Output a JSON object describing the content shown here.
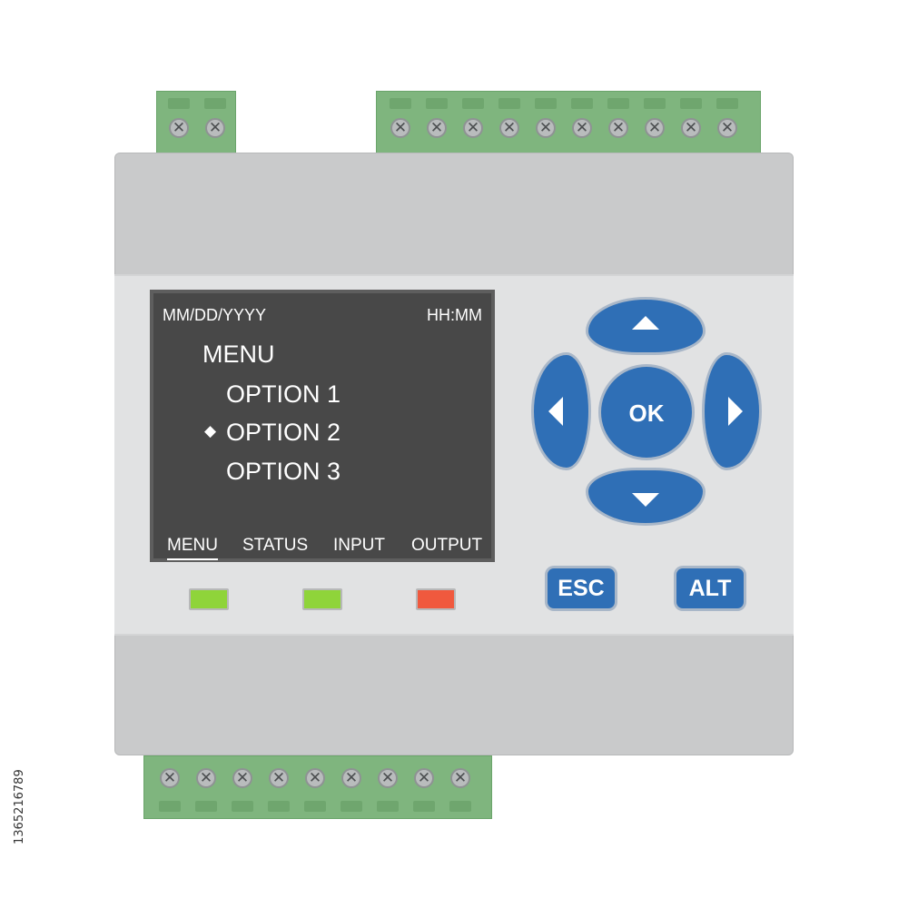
{
  "lcd": {
    "date": "MM/DD/YYYY",
    "time": "HH:MM",
    "menu_title": "MENU",
    "options": [
      "OPTION 1",
      "OPTION 2",
      "OPTION 3"
    ],
    "selected_option": "OPTION 2",
    "selector_glyph": "◆",
    "tabs": [
      "MENU",
      "STATUS",
      "INPUT",
      "OUTPUT"
    ],
    "active_tab": "MENU"
  },
  "leds": [
    {
      "color": "#8fd43a"
    },
    {
      "color": "#8fd43a"
    },
    {
      "color": "#f0593e"
    }
  ],
  "keypad": {
    "ok_label": "OK",
    "esc_label": "ESC",
    "alt_label": "ALT",
    "button_color": "#2f6fb6"
  },
  "terminals": {
    "top_left_screws": 2,
    "top_right_screws": 10,
    "bottom_screws": 9,
    "screw_glyph": "✕",
    "block_color": "#7fb57e"
  },
  "stock_id": "1365216789"
}
